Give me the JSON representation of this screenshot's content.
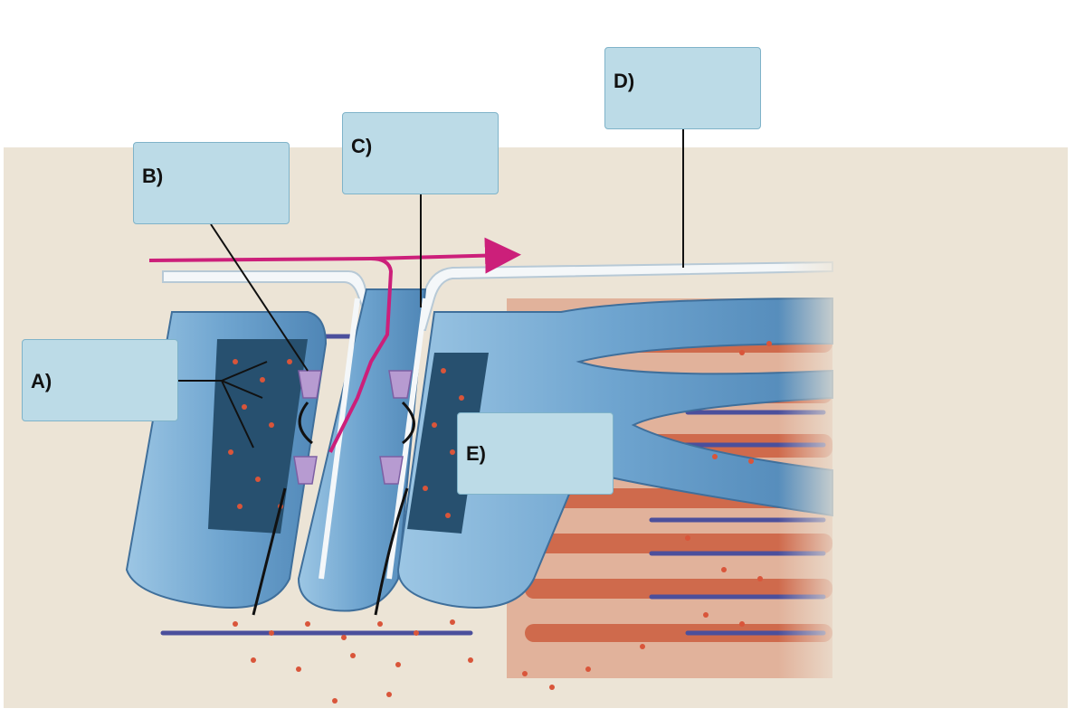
{
  "labels": {
    "a": "A)",
    "b": "B)",
    "c": "C)",
    "d": "D)",
    "e": "E)"
  },
  "colors": {
    "background_panel": "#ece4d6",
    "t_tubule_blue": "#7fb0d4",
    "sarcolemma": "#f4f7f9",
    "myofibril": "#d9785a",
    "calcium_dot": "#d9553a",
    "action_potential_arrow": "#cc1f7a",
    "receptor_purple": "#b79bd1",
    "label_box": "#bcdbe7"
  }
}
